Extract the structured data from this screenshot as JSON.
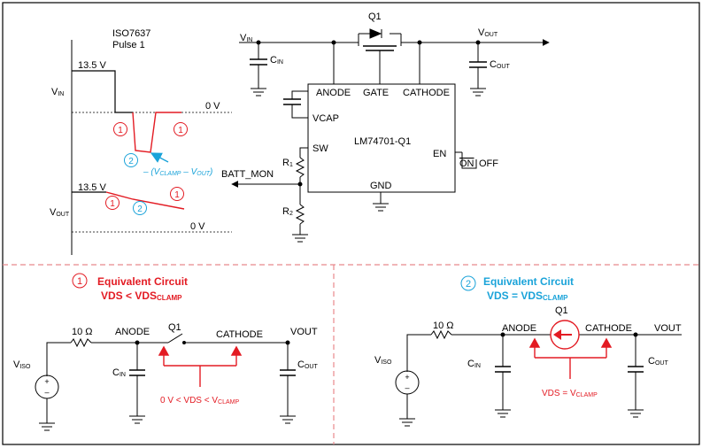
{
  "wave": {
    "title": "ISO7637",
    "subtitle": "Pulse 1",
    "vin_label": "V",
    "vin_sub": "IN",
    "vin_level": "13.5 V",
    "vin_zero": "0 V",
    "clamp_text_pre": "– (V",
    "clamp_sub": "CLAMP",
    "clamp_text_mid": " – V",
    "clamp_sub2": "OUT",
    "clamp_text_post": ")",
    "vout_label": "V",
    "vout_sub": "OUT",
    "vout_level": "13.5 V",
    "vout_zero": "0 V",
    "marker_1": "1",
    "marker_2": "2"
  },
  "schematic": {
    "q1": "Q1",
    "vin": "V",
    "vin_sub": "IN",
    "cin": "C",
    "cin_sub": "IN",
    "vout": "V",
    "vout_sub": "OUT",
    "cout": "C",
    "cout_sub": "OUT",
    "anode": "ANODE",
    "gate": "GATE",
    "cathode": "CATHODE",
    "vcap": "VCAP",
    "sw": "SW",
    "ic_name": "LM74701-Q1",
    "en": "EN",
    "gnd": "GND",
    "r1": "R",
    "r1_sub": "1",
    "r2": "R",
    "r2_sub": "2",
    "batt_mon": "BATT_MON",
    "on": "ON",
    "off": "OFF"
  },
  "eq1": {
    "marker": "1",
    "title": "Equivalent Circuit",
    "cond_pre": "VDS < VDS",
    "cond_sub": "CLAMP",
    "res": "10 Ω",
    "anode": "ANODE",
    "q1": "Q1",
    "cathode": "CATHODE",
    "vout": "VOUT",
    "viso": "V",
    "viso_sub": "ISO",
    "cin": "C",
    "cin_sub": "IN",
    "cout": "C",
    "cout_sub": "OUT",
    "range_pre": "0 V < VDS < V",
    "range_sub": "CLAMP",
    "plus": "+",
    "minus": "–"
  },
  "eq2": {
    "marker": "2",
    "title": "Equivalent Circuit",
    "cond_pre": "VDS = VDS",
    "cond_sub": "CLAMP",
    "res": "10 Ω",
    "anode": "ANODE",
    "q1": "Q1",
    "cathode": "CATHODE",
    "vout": "VOUT",
    "viso": "V",
    "viso_sub": "ISO",
    "cin": "C",
    "cin_sub": "IN",
    "cout": "C",
    "cout_sub": "OUT",
    "eq_pre": "VDS = V",
    "eq_sub": "CLAMP",
    "plus": "+",
    "minus": "–"
  },
  "colors": {
    "red": "#e31b23",
    "blue": "#1aa3d9",
    "divider": "#e8898c"
  }
}
